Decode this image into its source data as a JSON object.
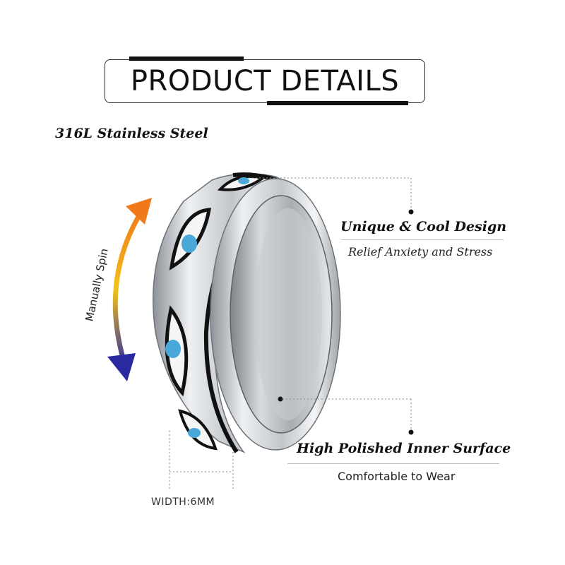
{
  "header": {
    "title": "PRODUCT DETAILS"
  },
  "material": "316L Stainless Steel",
  "spin": {
    "label": "Manually Spin",
    "arrow_colors": [
      "#f07a1a",
      "#f2c21a",
      "#2a2aa0"
    ]
  },
  "features": [
    {
      "title": "Unique & Cool Design",
      "subtitle": "Relief Anxiety and Stress"
    },
    {
      "title": "High Polished Inner Surface",
      "subtitle": "Comfortable to Wear"
    }
  ],
  "dimension": {
    "width_label": "WIDTH:6MM"
  },
  "colors": {
    "enamel": "#4aa8d8",
    "outline": "#111111",
    "steel": "#c9cdd2"
  }
}
